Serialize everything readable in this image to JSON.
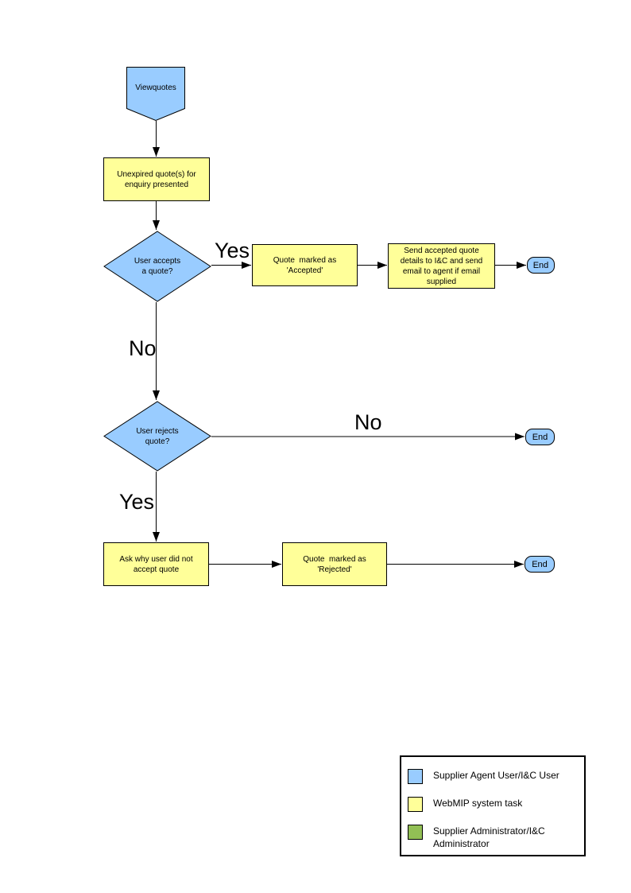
{
  "colors": {
    "actor_blue": "#99CCFF",
    "task_yellow": "#FFFF99",
    "admin_green": "#92BF55",
    "line_black": "#000000",
    "page_background": "#FFFFFF"
  },
  "flowchart": {
    "start": {
      "label": "Viewquotes"
    },
    "steps": {
      "unexpired_quotes": "Unexpired quote(s) for\nenquiry presented",
      "accepts_decision": "User accepts\na quote?",
      "marked_accepted": "Quote  marked as\n'Accepted'",
      "send_details": "Send accepted quote\ndetails to I&C and send\nemail to agent if email\nsupplied",
      "rejects_decision": "User rejects\nquote?",
      "ask_why": "Ask why user did not\naccept quote",
      "marked_rejected": "Quote  marked as\n'Rejected'"
    },
    "terminators": {
      "end1": "End",
      "end2": "End",
      "end3": "End"
    },
    "edge_labels": {
      "accept_yes": "Yes",
      "accept_no": "No",
      "reject_no": "No",
      "reject_yes": "Yes"
    }
  },
  "legend": {
    "items": [
      {
        "label": "Supplier Agent User/I&C User",
        "color": "#99CCFF"
      },
      {
        "label": "WebMIP system task",
        "color": "#FFFF99"
      },
      {
        "label": "Supplier Administrator/I&C Administrator",
        "color": "#92BF55"
      }
    ]
  }
}
